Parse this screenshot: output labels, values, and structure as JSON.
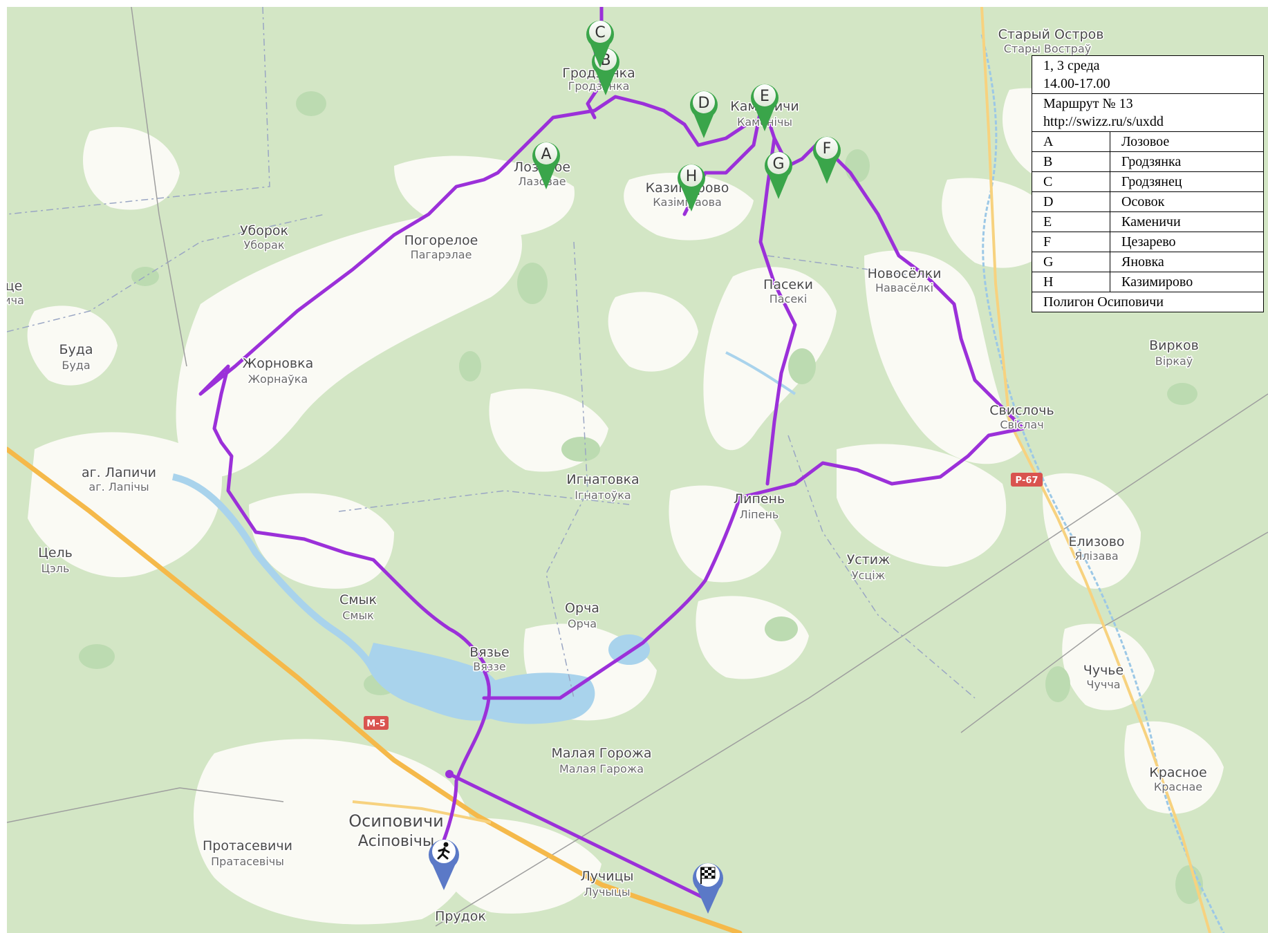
{
  "map": {
    "places": [
      {
        "id": "stary-ostrov",
        "name": "Старый Остров",
        "name_by": "Стары Востраў"
      },
      {
        "id": "grodzyanka",
        "name": "Гродзянка",
        "name_by": "Гродзянка"
      },
      {
        "id": "kamenichi",
        "name": "Каменичи",
        "name_by": "Каменічы"
      },
      {
        "id": "lozovoe",
        "name": "Лозовое",
        "name_by": "Лазовае"
      },
      {
        "id": "kazimirovo",
        "name": "Казимирово",
        "name_by": "Казіміраова"
      },
      {
        "id": "uborok",
        "name": "Уборок",
        "name_by": "Уборак"
      },
      {
        "id": "pogoreloe",
        "name": "Погорелое",
        "name_by": "Пагарэлае"
      },
      {
        "id": "paseki",
        "name": "Пасеки",
        "name_by": "Пасекі"
      },
      {
        "id": "novoselki",
        "name": "Новосёлки",
        "name_by": "Навасёлкі"
      },
      {
        "id": "buda",
        "name": "Буда",
        "name_by": "Буда"
      },
      {
        "id": "zhornovka",
        "name": "Жорновка",
        "name_by": "Жорнаўка"
      },
      {
        "id": "virkov",
        "name": "Вирков",
        "name_by": "Віркаў"
      },
      {
        "id": "svisloch",
        "name": "Свислочь",
        "name_by": "Свіслач"
      },
      {
        "id": "lapichi",
        "name": "аг. Лапичи",
        "name_by": "аг. Лапічы"
      },
      {
        "id": "ignatovka",
        "name": "Игнатовка",
        "name_by": "Ігнатоўка"
      },
      {
        "id": "lipen",
        "name": "Липень",
        "name_by": "Ліпень"
      },
      {
        "id": "tsel",
        "name": "Цель",
        "name_by": "Цэль"
      },
      {
        "id": "elizovo",
        "name": "Елизово",
        "name_by": "Ялізава"
      },
      {
        "id": "ustizh",
        "name": "Устиж",
        "name_by": "Усціж"
      },
      {
        "id": "smyk",
        "name": "Смык",
        "name_by": "Смык"
      },
      {
        "id": "orcha",
        "name": "Орча",
        "name_by": "Орча"
      },
      {
        "id": "vyazye",
        "name": "Вязье",
        "name_by": "Вяззе"
      },
      {
        "id": "chuchye",
        "name": "Чучье",
        "name_by": "Чучча"
      },
      {
        "id": "malaya-gorozha",
        "name": "Малая Горожа",
        "name_by": "Малая Гарожа"
      },
      {
        "id": "krasnoe",
        "name": "Красное",
        "name_by": "Краснае"
      },
      {
        "id": "osipovichi",
        "name": "Осиповичи",
        "name_by": "Асіповічы"
      },
      {
        "id": "protasevichi",
        "name": "Протасевичи",
        "name_by": "Пратасевічы"
      },
      {
        "id": "luchitsy",
        "name": "Лучицы",
        "name_by": "Лучыцы"
      },
      {
        "id": "prudok",
        "name": "Прудок",
        "name_by": ""
      },
      {
        "id": "edge-ce",
        "name": "це",
        "name_by": "ича"
      }
    ],
    "roads": [
      "М-5",
      "Р-67"
    ],
    "markers": [
      "A",
      "B",
      "C",
      "D",
      "E",
      "F",
      "G",
      "H"
    ],
    "colors": {
      "route": "#9b30d9",
      "forest": "#d3e6c5",
      "field": "#fbfbf6",
      "water": "#a9d3ec",
      "marker_ring": "#3aa54a",
      "start_pin": "#5b79c7",
      "highway": "#f5b94a",
      "badge": "#d9534f"
    },
    "icons": {
      "start": "runner-icon",
      "finish": "checkered-flag-icon"
    }
  },
  "legend": {
    "header_line1": "1, 3 среда",
    "header_line2": "14.00-17.00",
    "route_title": "Маршрут № 13",
    "route_url": "http://swizz.ru/s/uxdd",
    "points": [
      {
        "key": "A",
        "name": "Лозовое"
      },
      {
        "key": "B",
        "name": "Гродзянка"
      },
      {
        "key": "C",
        "name": "Гродзянец"
      },
      {
        "key": "D",
        "name": "Осовок"
      },
      {
        "key": "E",
        "name": "Каменичи"
      },
      {
        "key": "F",
        "name": "Цезарево"
      },
      {
        "key": "G",
        "name": "Яновка"
      },
      {
        "key": "H",
        "name": "Казимирово"
      }
    ],
    "footer": "Полигон Осиповичи"
  }
}
